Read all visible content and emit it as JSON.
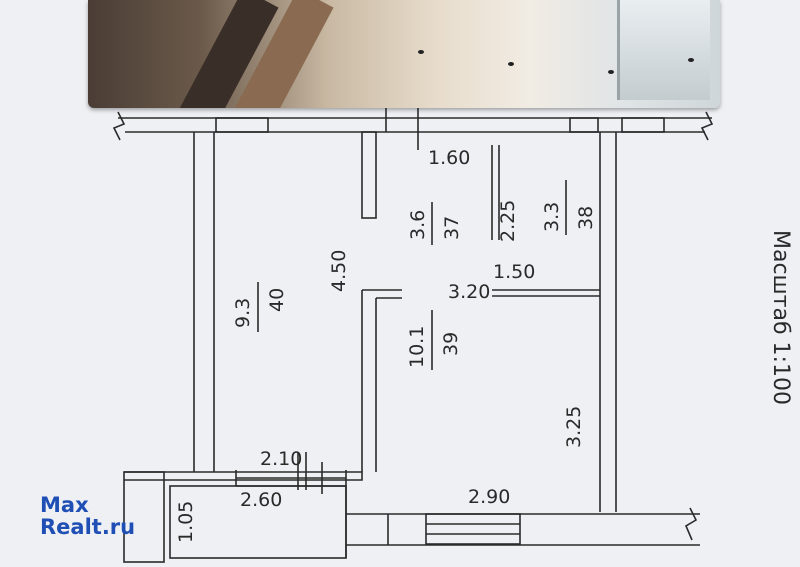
{
  "plan": {
    "dimensions": {
      "d160": "1.60",
      "d225": "2.25",
      "d450": "4.50",
      "d150": "1.50",
      "d320": "3.20",
      "d325": "3.25",
      "d210": "2.10",
      "d260": "2.60",
      "d290": "2.90",
      "d105": "1.05"
    },
    "rooms": {
      "r37": {
        "number": "37",
        "area": "3.6"
      },
      "r38": {
        "number": "38",
        "area": "3.3"
      },
      "r40": {
        "number": "40",
        "area": "9.3"
      },
      "r39": {
        "number": "39",
        "area": "10.1"
      }
    },
    "scale_text": "Масштаб 1:100"
  },
  "watermark": {
    "line1": "Max",
    "line2": "Realt.ru"
  },
  "colors": {
    "line": "#2a2a2a",
    "paper": "#eef0f4",
    "brand": "#1f4fb4"
  }
}
